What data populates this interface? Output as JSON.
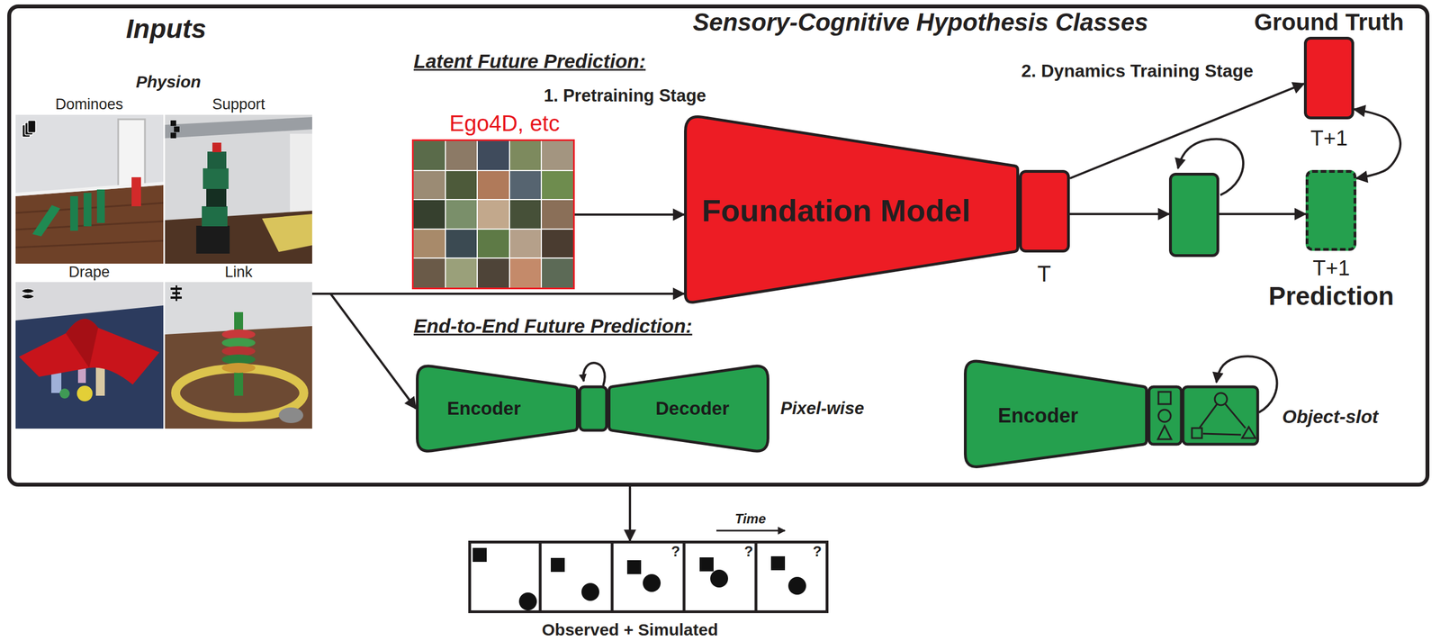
{
  "diagram": {
    "nodes": [
      {
        "text": [
          "Inputs",
          "Sensory-Cognitive Hypothesis Classes"
        ]
      },
      {
        "text": [
          "Physion"
        ],
        "in": 0
      },
      {
        "text": [
          "Dominoes"
        ],
        "in": 1
      },
      {
        "text": [
          "Support"
        ],
        "in": 1
      },
      {
        "text": [
          "Drape"
        ],
        "in": 1
      },
      {
        "text": [
          "Link"
        ],
        "in": 1
      },
      {
        "text": [
          "Ego4D, etc"
        ],
        "in": 0
      },
      {
        "text": [
          "Foundation Model"
        ],
        "in": 0
      },
      {
        "text": [
          "T"
        ],
        "in": 0
      },
      {
        "text": [
          "Ground Truth",
          "T+1"
        ],
        "in": 0
      },
      {
        "text": [],
        "in": 0
      },
      {
        "text": [
          "T+1",
          "Prediction"
        ],
        "in": 0
      },
      {
        "text": [
          "Encoder"
        ],
        "in": 0
      },
      {
        "text": [
          "Decoder"
        ],
        "in": 0
      },
      {
        "text": [
          "Encoder"
        ],
        "in": 0
      },
      {
        "text": [
          "Observed + Simulated"
        ]
      }
    ],
    "edges": [
      {
        "from": 1,
        "to": 7,
        "arrow": "to"
      },
      {
        "from": 1,
        "to": 12,
        "arrow": "to"
      },
      {
        "from": 6,
        "to": 7,
        "arrow": "to"
      },
      {
        "from": 8,
        "to": 9,
        "arrow": "to"
      },
      {
        "from": 8,
        "to": 10,
        "arrow": "to"
      },
      {
        "from": 10,
        "to": 11,
        "arrow": "to"
      },
      {
        "from": 9,
        "to": 11,
        "arrow": "both"
      },
      {
        "from": 0,
        "to": 15,
        "arrow": "to"
      }
    ],
    "labels": [
      "Latent Future Prediction:",
      "1. Pretraining Stage",
      "2. Dynamics Training Stage",
      "End-to-End Future Prediction:",
      "Pixel-wise",
      "Object-slot",
      "Time",
      "?",
      "?",
      "?"
    ]
  }
}
